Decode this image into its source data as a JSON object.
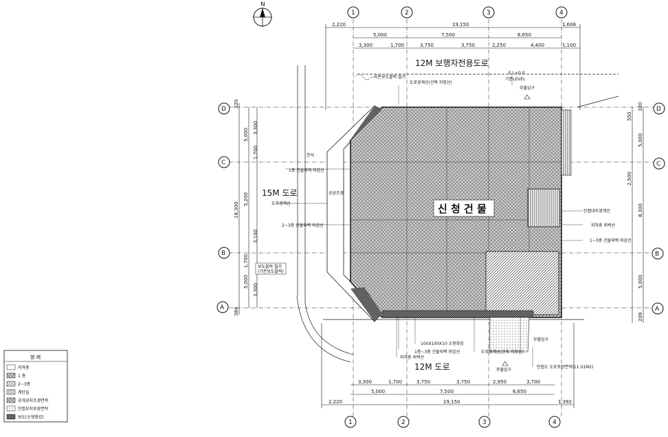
{
  "grid_lines": {
    "columns": [
      "1",
      "2",
      "3",
      "4"
    ],
    "rows": [
      "D",
      "C",
      "B",
      "A"
    ]
  },
  "top_dimensions": {
    "row1": [
      "2,220",
      "19,150",
      "1,608"
    ],
    "row2": [
      "5,000",
      "7,500",
      "6,650"
    ],
    "row3": [
      "3,300",
      "1,700",
      "3,750",
      "3,750",
      "2,250",
      "4,400",
      "1,100"
    ]
  },
  "bottom_dimensions": {
    "row1": [
      "3,300",
      "1,700",
      "3,750",
      "3,750",
      "2,950",
      "3,700"
    ],
    "row2": [
      "5,000",
      "7,500",
      "6,650"
    ],
    "row3": [
      "2,220",
      "19,150",
      "1,392"
    ]
  },
  "left_dimensions": {
    "total": "18,300",
    "segments": [
      "5,000",
      "1,700",
      "5,200",
      "3,100",
      "1,700",
      "5,000",
      "3,300",
      "3,300",
      "320",
      "384"
    ]
  },
  "right_dimensions": {
    "segments": [
      "5,000",
      "2,500",
      "8,300",
      "5,000",
      "550",
      "320",
      "209"
    ]
  },
  "roads": {
    "top": "12M 보행자전용도로",
    "left": "15M 도로",
    "bottom": "12M 도로"
  },
  "building_label": "신 청 건 물",
  "annotations": {
    "top_curve": "기존보도블럭 철거",
    "top_boundary": "도로경계선(건축 지정선)",
    "level": "E.L±0.0",
    "level2": "기준LEVEL",
    "top_entrance": "부출입구",
    "left_curb": "연석",
    "left_wall_1f": "1층 건물외벽 마감선",
    "left_public": "공공조경",
    "left_boundary": "도로경계선",
    "left_wall_23f": "2~3층 건물외벽 마감선",
    "left_sidewalk": "보도블럭 철거",
    "left_sidewalk2": "(기존보도블럭)",
    "right_adjacent": "인접대지경계선",
    "right_setback": "지하층 외벽선",
    "right_wall": "1~3층 건물외벽 마감선",
    "bottom_block": "100X100X10 소형화강",
    "bottom_wall": "1층~3층 건물외벽 마감선",
    "bottom_boundary": "도로경계선(건축 지정선)",
    "bottom_basement": "지하층 외벽선",
    "bottom_entrance": "부출입구",
    "main_entrance": "주출입구",
    "bottom_area": "인접도 도로포장면적(11.01M2)"
  },
  "legend": {
    "title": "범 례",
    "items": [
      "지하층",
      "1 층",
      "2~3층",
      "계단실",
      "공개공지조경면적",
      "인접부지포장면적",
      "보도(소형화강)"
    ]
  },
  "north_symbol": "N"
}
